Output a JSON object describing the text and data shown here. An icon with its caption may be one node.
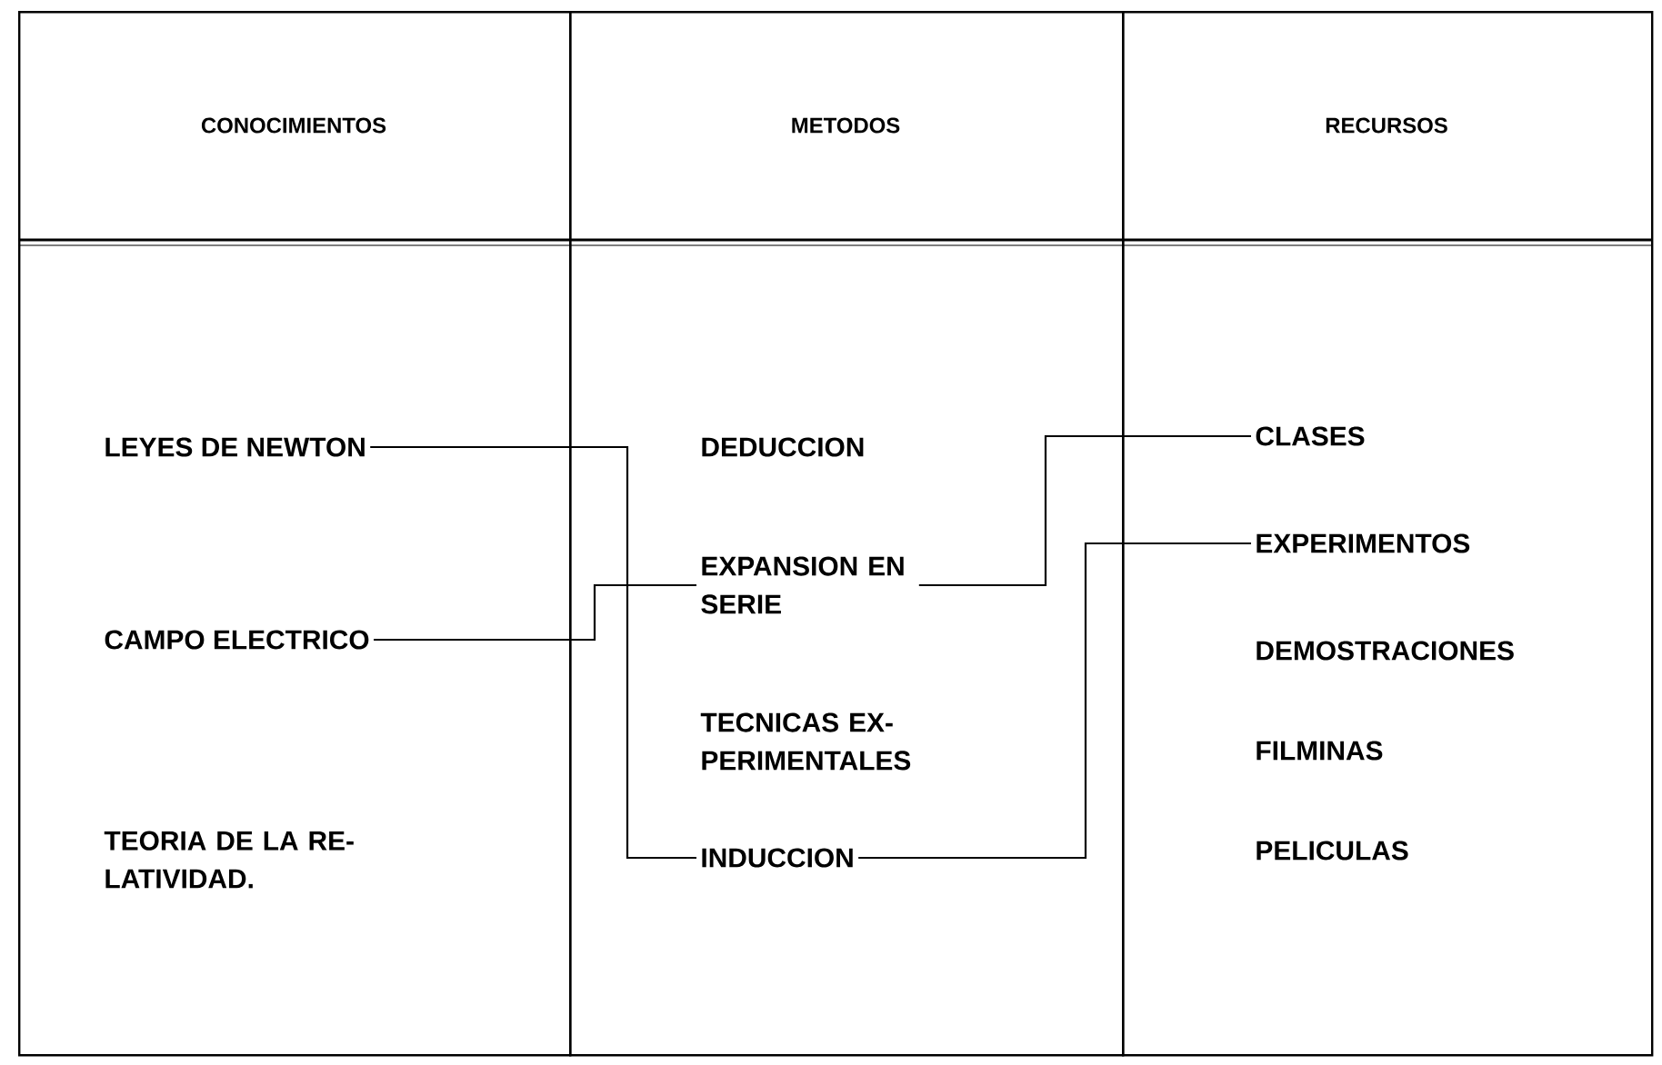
{
  "diagram": {
    "nodes": [
      {
        "text": [
          "CONOCIMIENTOS"
        ]
      },
      {
        "text": [
          "METODOS"
        ]
      },
      {
        "text": [
          "RECURSOS"
        ]
      },
      {
        "text": [
          "LEYES DE NEWTON"
        ],
        "in": 0
      },
      {
        "text": [
          "CAMPO ELECTRICO"
        ],
        "in": 0
      },
      {
        "text": [
          "TEORIA DE LA RE-LATIVIDAD."
        ],
        "in": 0
      },
      {
        "text": [
          "DEDUCCION"
        ],
        "in": 1
      },
      {
        "text": [
          "EXPANSION EN SERIE"
        ],
        "in": 1
      },
      {
        "text": [
          "TECNICAS EX-PERIMENTALES"
        ],
        "in": 1
      },
      {
        "text": [
          "INDUCCION"
        ],
        "in": 1
      },
      {
        "text": [
          "CLASES"
        ],
        "in": 2
      },
      {
        "text": [
          "EXPERIMENTOS"
        ],
        "in": 2
      },
      {
        "text": [
          "DEMOSTRACIONES"
        ],
        "in": 2
      },
      {
        "text": [
          "FILMINAS"
        ],
        "in": 2
      },
      {
        "text": [
          "PELICULAS"
        ],
        "in": 2
      }
    ],
    "edges": [
      {
        "from": 3,
        "to": 9,
        "arrow": "none"
      },
      {
        "from": 4,
        "to": 7,
        "arrow": "none"
      },
      {
        "from": 7,
        "to": 10,
        "arrow": "none"
      },
      {
        "from": 9,
        "to": 11,
        "arrow": "none"
      }
    ]
  }
}
